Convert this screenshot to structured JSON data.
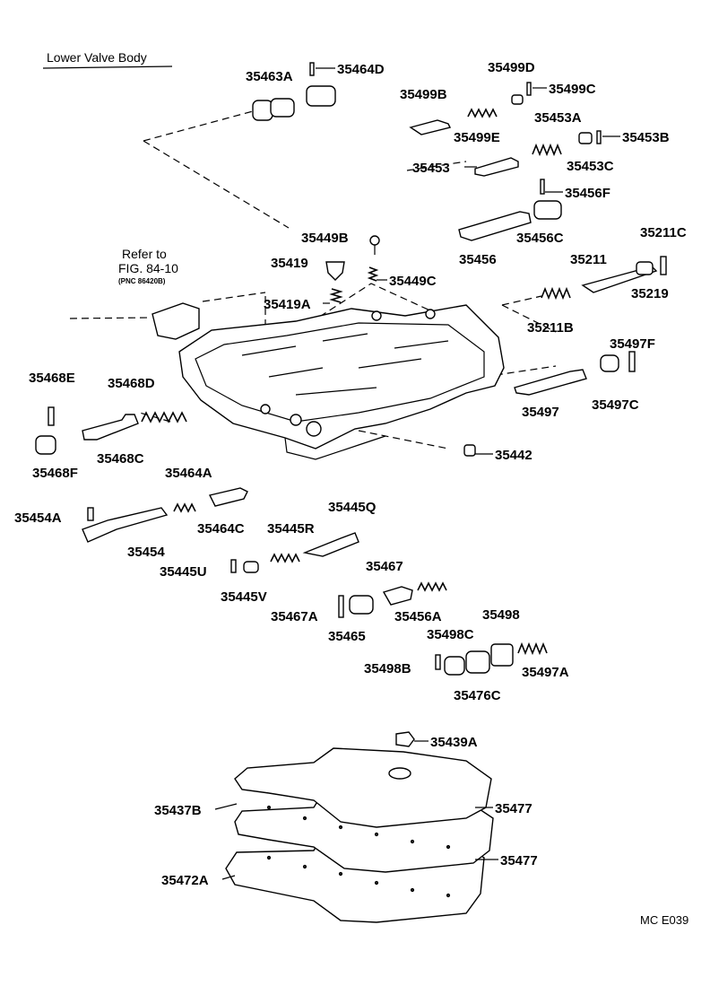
{
  "title": "Lower Valve Body",
  "reference": {
    "line1": "Refer to",
    "line2": "FIG. 84-10",
    "line3": "(PNC 86420B)"
  },
  "footer_code": "MC E039",
  "parts": [
    {
      "id": "35463A"
    },
    {
      "id": "35464D"
    },
    {
      "id": "35499D"
    },
    {
      "id": "35499B"
    },
    {
      "id": "35499C"
    },
    {
      "id": "35499E"
    },
    {
      "id": "35453A"
    },
    {
      "id": "35453B"
    },
    {
      "id": "35453"
    },
    {
      "id": "35453C"
    },
    {
      "id": "35456F"
    },
    {
      "id": "35449B"
    },
    {
      "id": "35456"
    },
    {
      "id": "35456C"
    },
    {
      "id": "35211C"
    },
    {
      "id": "35419"
    },
    {
      "id": "35211"
    },
    {
      "id": "35449C"
    },
    {
      "id": "35219"
    },
    {
      "id": "35419A"
    },
    {
      "id": "35211B"
    },
    {
      "id": "35497F"
    },
    {
      "id": "35468E"
    },
    {
      "id": "35468D"
    },
    {
      "id": "35497"
    },
    {
      "id": "35497C"
    },
    {
      "id": "35442"
    },
    {
      "id": "35468F"
    },
    {
      "id": "35468C"
    },
    {
      "id": "35464A"
    },
    {
      "id": "35454A"
    },
    {
      "id": "35464C"
    },
    {
      "id": "35445Q"
    },
    {
      "id": "35445R"
    },
    {
      "id": "35454"
    },
    {
      "id": "35445U"
    },
    {
      "id": "35467"
    },
    {
      "id": "35445V"
    },
    {
      "id": "35467A"
    },
    {
      "id": "35456A"
    },
    {
      "id": "35465"
    },
    {
      "id": "35498"
    },
    {
      "id": "35498C"
    },
    {
      "id": "35498B"
    },
    {
      "id": "35497A"
    },
    {
      "id": "35476C"
    },
    {
      "id": "35439A"
    },
    {
      "id": "35437B"
    },
    {
      "id": "35477"
    },
    {
      "id": "35477"
    },
    {
      "id": "35472A"
    }
  ]
}
